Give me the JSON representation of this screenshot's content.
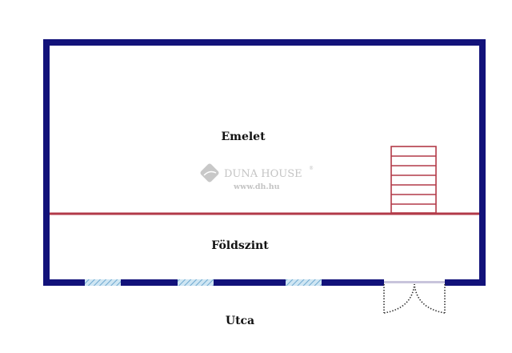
{
  "rooms": {
    "upper": "Emelet",
    "ground": "Földszint",
    "street": "Utca"
  },
  "watermark": {
    "brand": "DUNA HOUSE",
    "registered": "®",
    "url": "www.dh.hu"
  },
  "colors": {
    "wall": "#12127a",
    "floor_divider": "#b23a48",
    "stairs": "#b23a48",
    "window": "#8fc3e0"
  }
}
